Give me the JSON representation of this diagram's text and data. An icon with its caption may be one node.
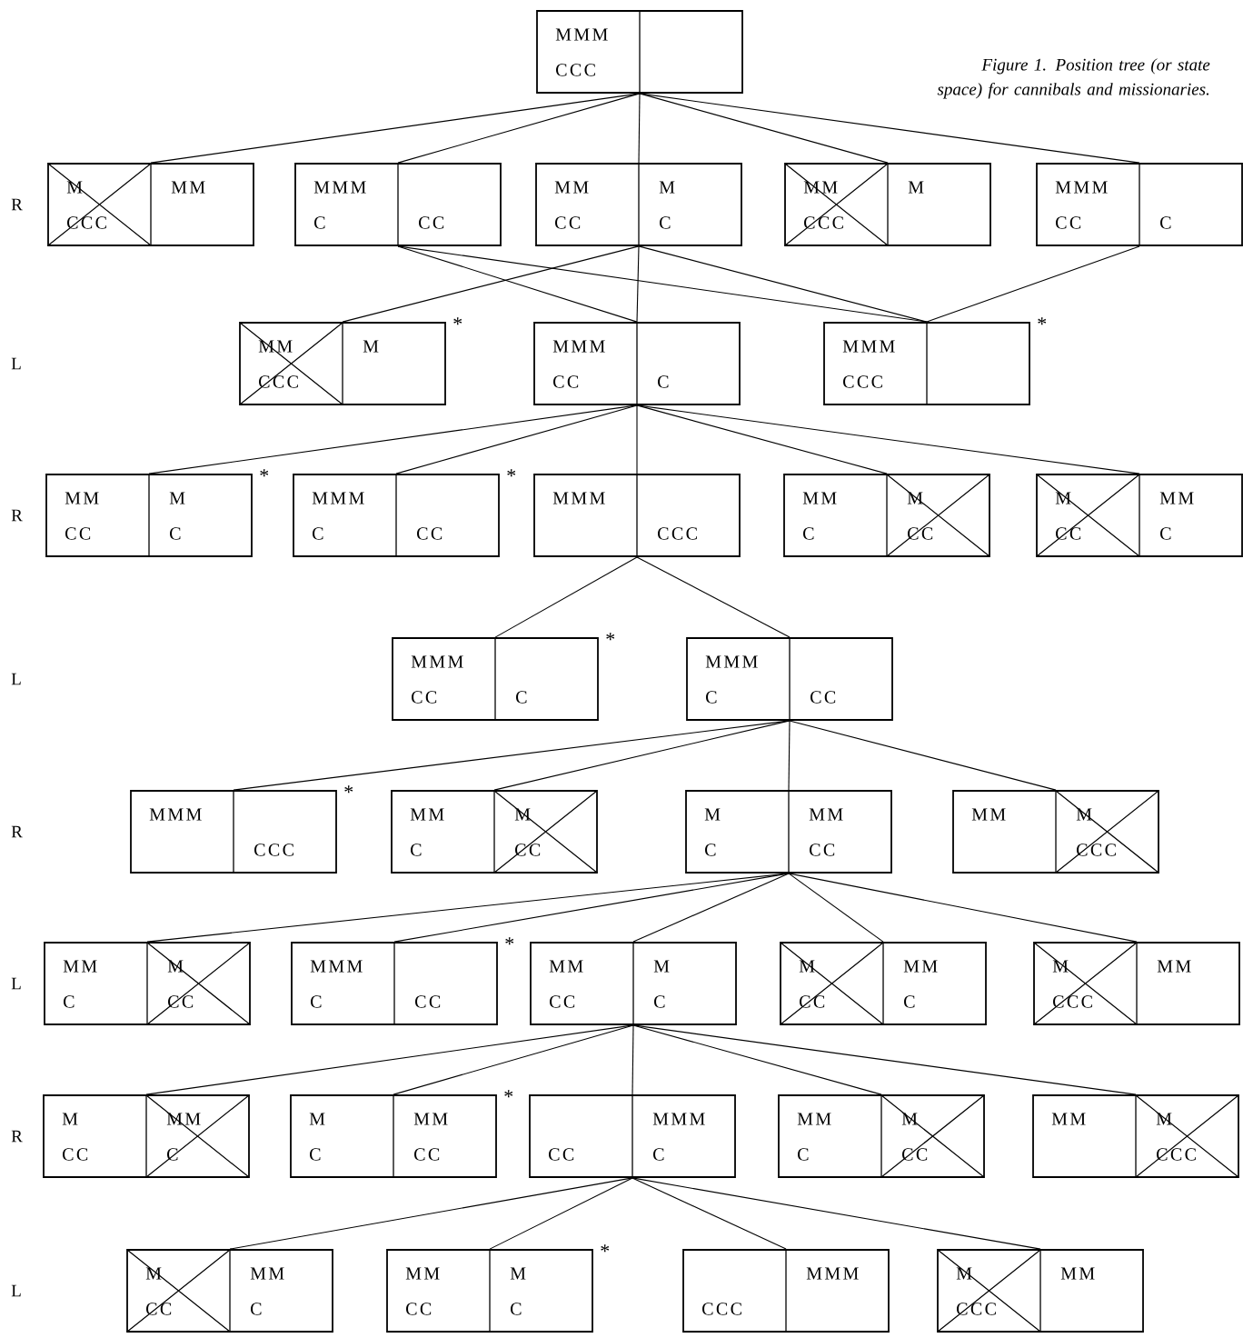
{
  "diagram": {
    "caption": "Figure 1. Position tree (or state space) for cannibals and missionaries.",
    "nodes": [
      {
        "text": [
          "MMM",
          "CCC"
        ]
      },
      {
        "text": [
          "M",
          "MM",
          "CCC"
        ]
      },
      {
        "text": [
          "MMM",
          "C",
          "CC"
        ]
      },
      {
        "text": [
          "MM",
          "M",
          "CC",
          "C"
        ]
      },
      {
        "text": [
          "MM",
          "M",
          "CCC"
        ]
      },
      {
        "text": [
          "MMM",
          "CC",
          "C"
        ]
      },
      {
        "text": [
          "MM",
          "M",
          "CCC"
        ],
        "beside": [
          "*"
        ]
      },
      {
        "text": [
          "MMM",
          "CC",
          "C"
        ]
      },
      {
        "text": [
          "MMM",
          "CCC"
        ],
        "beside": [
          "*"
        ]
      },
      {
        "text": [
          "MM",
          "M",
          "CC",
          "C"
        ],
        "beside": [
          "*"
        ]
      },
      {
        "text": [
          "MMM",
          "C",
          "CC"
        ],
        "beside": [
          "*"
        ]
      },
      {
        "text": [
          "MMM",
          "CCC"
        ]
      },
      {
        "text": [
          "MM",
          "M",
          "C",
          "CC"
        ]
      },
      {
        "text": [
          "M",
          "MM",
          "CC",
          "C"
        ]
      },
      {
        "text": [
          "MMM",
          "CC",
          "C"
        ],
        "beside": [
          "*"
        ]
      },
      {
        "text": [
          "MMM",
          "C",
          "CC"
        ]
      },
      {
        "text": [
          "MMM",
          "CCC"
        ],
        "beside": [
          "*"
        ]
      },
      {
        "text": [
          "MM",
          "M",
          "C",
          "CC"
        ]
      },
      {
        "text": [
          "M",
          "MM",
          "C",
          "CC"
        ]
      },
      {
        "text": [
          "MM",
          "M",
          "CCC"
        ]
      },
      {
        "text": [
          "MM",
          "M",
          "C",
          "CC"
        ]
      },
      {
        "text": [
          "MMM",
          "C",
          "CC"
        ],
        "beside": [
          "*"
        ]
      },
      {
        "text": [
          "MM",
          "M",
          "CC",
          "C"
        ]
      },
      {
        "text": [
          "M",
          "MM",
          "CC",
          "C"
        ]
      },
      {
        "text": [
          "M",
          "MM",
          "CCC"
        ]
      },
      {
        "text": [
          "M",
          "MM",
          "CC",
          "C"
        ]
      },
      {
        "text": [
          "M",
          "MM",
          "C",
          "CC"
        ],
        "beside": [
          "*"
        ]
      },
      {
        "text": [
          "MMM",
          "CC",
          "C"
        ]
      },
      {
        "text": [
          "MM",
          "M",
          "C",
          "CC"
        ]
      },
      {
        "text": [
          "MM",
          "M",
          "CCC"
        ]
      },
      {
        "text": [
          "M",
          "MM",
          "CC",
          "C"
        ]
      },
      {
        "text": [
          "MM",
          "M",
          "CC",
          "C"
        ],
        "beside": [
          "*"
        ]
      },
      {
        "text": [
          "MMM",
          "CCC"
        ]
      },
      {
        "text": [
          "M",
          "MM",
          "CCC"
        ]
      }
    ],
    "edges": [
      {
        "from": 0,
        "to": 1,
        "arrow": "none"
      },
      {
        "from": 0,
        "to": 2,
        "arrow": "none"
      },
      {
        "from": 0,
        "to": 3,
        "arrow": "none"
      },
      {
        "from": 0,
        "to": 4,
        "arrow": "none"
      },
      {
        "from": 0,
        "to": 5,
        "arrow": "none"
      },
      {
        "from": 2,
        "to": 7,
        "arrow": "none"
      },
      {
        "from": 2,
        "to": 8,
        "arrow": "none"
      },
      {
        "from": 3,
        "to": 6,
        "arrow": "none"
      },
      {
        "from": 3,
        "to": 7,
        "arrow": "none"
      },
      {
        "from": 3,
        "to": 8,
        "arrow": "none"
      },
      {
        "from": 5,
        "to": 8,
        "arrow": "none"
      },
      {
        "from": 7,
        "to": 9,
        "arrow": "none"
      },
      {
        "from": 7,
        "to": 10,
        "arrow": "none"
      },
      {
        "from": 7,
        "to": 11,
        "arrow": "none"
      },
      {
        "from": 7,
        "to": 12,
        "arrow": "none"
      },
      {
        "from": 7,
        "to": 13,
        "arrow": "none"
      },
      {
        "from": 11,
        "to": 14,
        "arrow": "none"
      },
      {
        "from": 11,
        "to": 15,
        "arrow": "none"
      },
      {
        "from": 15,
        "to": 16,
        "arrow": "none"
      },
      {
        "from": 15,
        "to": 17,
        "arrow": "none"
      },
      {
        "from": 15,
        "to": 18,
        "arrow": "none"
      },
      {
        "from": 15,
        "to": 19,
        "arrow": "none"
      },
      {
        "from": 18,
        "to": 20,
        "arrow": "none"
      },
      {
        "from": 18,
        "to": 21,
        "arrow": "none"
      },
      {
        "from": 18,
        "to": 22,
        "arrow": "none"
      },
      {
        "from": 18,
        "to": 23,
        "arrow": "none"
      },
      {
        "from": 18,
        "to": 24,
        "arrow": "none"
      },
      {
        "from": 22,
        "to": 25,
        "arrow": "none"
      },
      {
        "from": 22,
        "to": 26,
        "arrow": "none"
      },
      {
        "from": 22,
        "to": 27,
        "arrow": "none"
      },
      {
        "from": 22,
        "to": 28,
        "arrow": "none"
      },
      {
        "from": 22,
        "to": 29,
        "arrow": "none"
      },
      {
        "from": 27,
        "to": 30,
        "arrow": "none"
      },
      {
        "from": 27,
        "to": 31,
        "arrow": "none"
      },
      {
        "from": 27,
        "to": 32,
        "arrow": "none"
      },
      {
        "from": 27,
        "to": 33,
        "arrow": "none"
      }
    ],
    "labels": [
      "R",
      "L",
      "R",
      "L",
      "R",
      "L",
      "R",
      "L"
    ]
  }
}
